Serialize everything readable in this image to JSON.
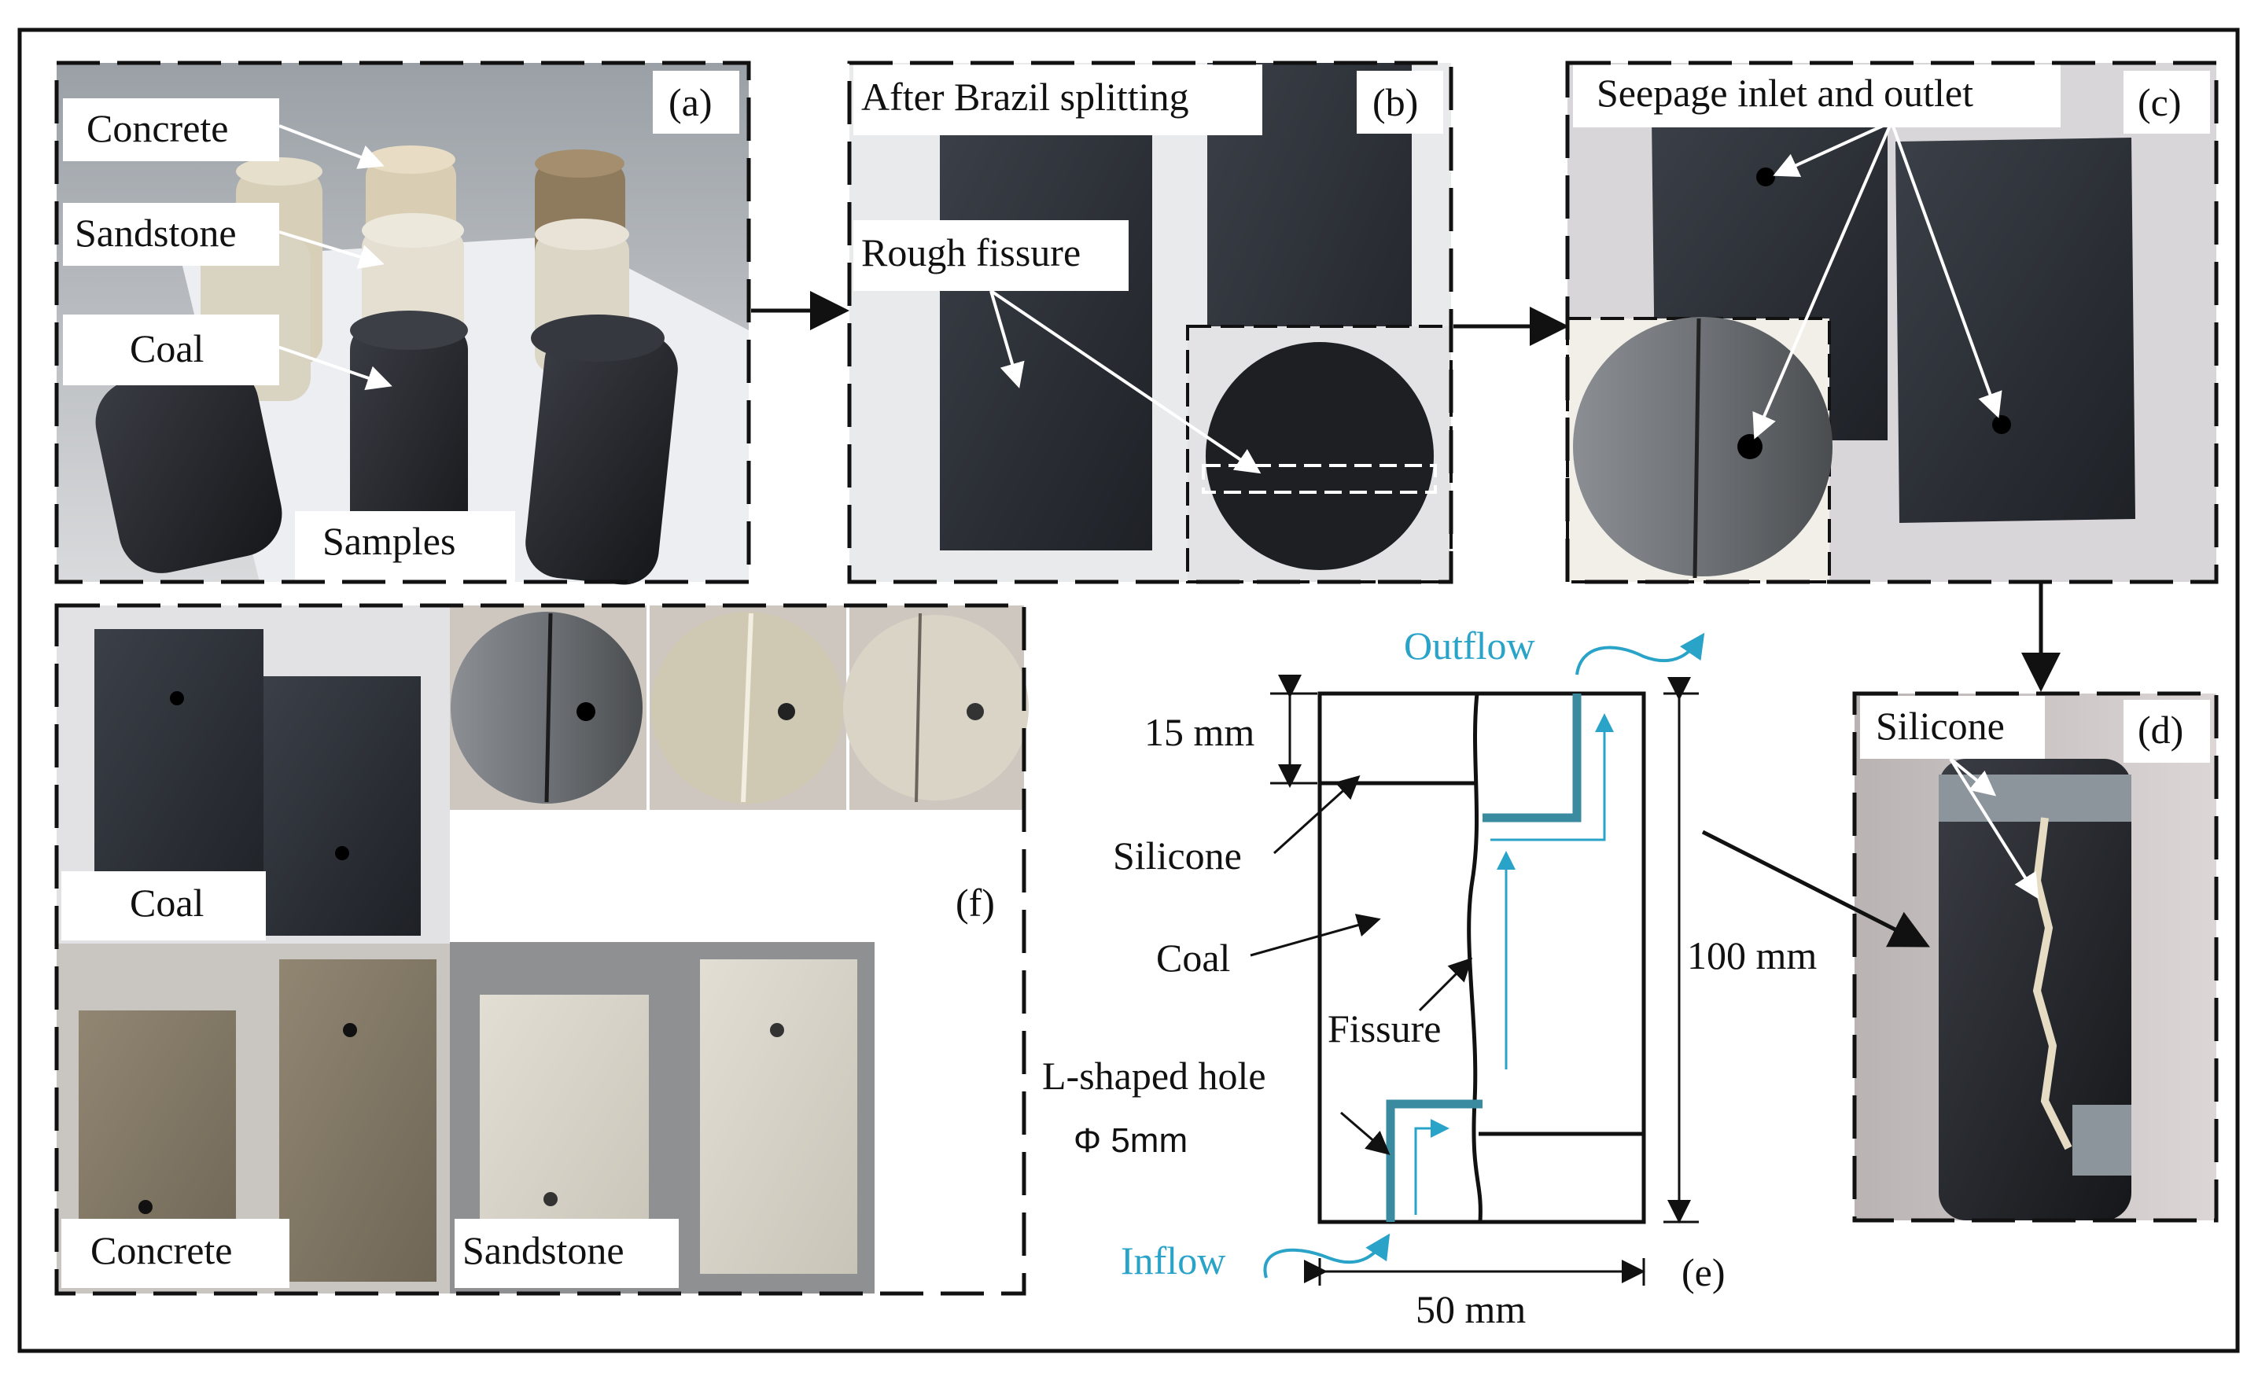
{
  "panels": {
    "a": {
      "tag": "(a)",
      "labels": {
        "concrete": "Concrete",
        "sandstone": "Sandstone",
        "coal": "Coal",
        "samples": "Samples"
      }
    },
    "b": {
      "tag": "(b)",
      "labels": {
        "title": "After Brazil splitting",
        "fissure": "Rough fissure"
      }
    },
    "c": {
      "tag": "(c)",
      "labels": {
        "title": "Seepage inlet and outlet"
      }
    },
    "d": {
      "tag": "(d)",
      "labels": {
        "silicone": "Silicone"
      }
    },
    "e": {
      "tag": "(e)",
      "labels": {
        "outflow": "Outflow",
        "inflow": "Inflow",
        "dim_15": "15 mm",
        "dim_100": "100 mm",
        "dim_50": "50 mm",
        "silicone": "Silicone",
        "coal": "Coal",
        "fissure": "Fissure",
        "hole": "L-shaped hole",
        "diameter": "Φ 5mm"
      }
    },
    "f": {
      "tag": "(f)",
      "labels": {
        "coal": "Coal",
        "concrete": "Concrete",
        "sandstone": "Sandstone"
      }
    }
  },
  "colors": {
    "flow_blue": "#2aa3c9",
    "hole_teal": "#3a8aa0",
    "coal_dark": "#222428",
    "concrete_tan": "#8a7f6c",
    "sandstone_light": "#d8d4c8"
  }
}
